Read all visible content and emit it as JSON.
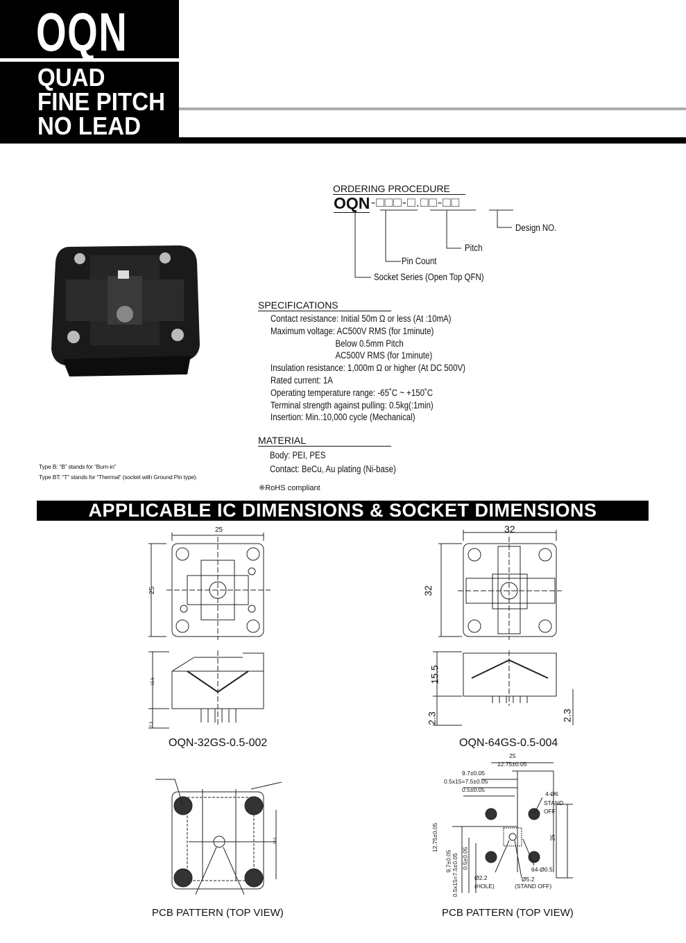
{
  "header": {
    "logo": "OQN",
    "subtitle": [
      "QUAD",
      "FINE PITCH",
      "NO LEAD"
    ]
  },
  "ordering": {
    "title": "ORDERING PROCEDURE",
    "code_prefix": "OQN",
    "code_rest": "-□□□-□.□□-□□",
    "design_no": "Design NO.",
    "pitch": "Pitch",
    "pin_count": "Pin Count",
    "socket_series": "Socket Series (Open Top QFN)"
  },
  "specifications": {
    "title": "SPECIFICATIONS",
    "lines": [
      "Contact resistance: Initial 50m Ω or less (At :10mA)",
      "Maximum voltage: AC500V RMS (for  1minute)",
      "Below 0.5mm Pitch",
      "AC500V RMS (for  1minute)",
      "Insulation resistance: 1,000m Ω or higher (At DC 500V)",
      "Rated current: 1A",
      "Operating temperature range: -65˚C ~ +150˚C",
      "Terminal strength against pulling: 0.5kg(:1min)",
      "Insertion: Min.:10,000 cycle (Mechanical)"
    ]
  },
  "material": {
    "title": "MATERIAL",
    "lines": [
      "Body: PEI, PES",
      "Contact: BeCu, Au plating (Ni-base)"
    ],
    "rohs": "※RoHS compliant"
  },
  "notes": [
    "Type B: “B” stands for “Burn-in”",
    "Type BT: “T” stands for “Thermal” (socket with Ground Pin type)."
  ],
  "banner": "APPLICABLE IC DIMENSIONS & SOCKET DIMENSIONS",
  "drawings": {
    "left": {
      "width": "25",
      "height": "25",
      "side_h": "15.5",
      "side_b": "2.3",
      "caption": "OQN-32GS-0.5-002",
      "pcb_caption": "PCB PATTERN (TOP VIEW)",
      "pcb_dim": "19.4"
    },
    "right": {
      "width": "32",
      "height": "32",
      "side_h": "15.5",
      "side_b": "2.3",
      "side_b2": "2.3",
      "caption": "OQN-64GS-0.5-004",
      "pcb_caption": "PCB PATTERN (TOP VIEW)",
      "pcb_labels": [
        "25",
        "12.75±0.05",
        "9.7±0.05",
        "0.5x15=7.5±0.05",
        "0.5±0.05",
        "4-Ø6",
        "STAND OFF",
        "25",
        "12.75±0.05",
        "9.7±0.05",
        "0.5x15=7.5±0.05",
        "0.5±0.05",
        "Ø2.2",
        "(HOLE)",
        "Ø5.2",
        "(STAND OFF)",
        "64-Ø0.5"
      ]
    }
  }
}
